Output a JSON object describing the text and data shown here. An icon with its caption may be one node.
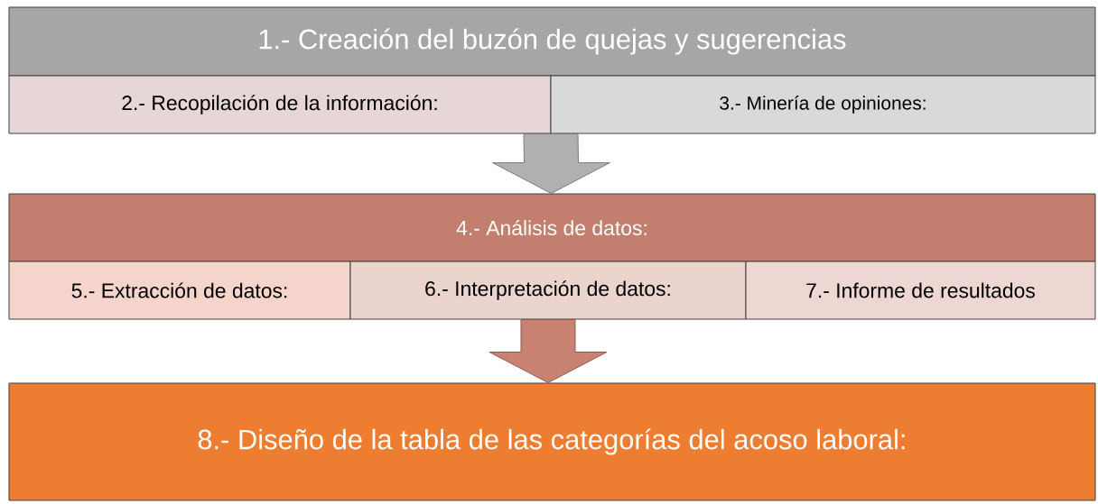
{
  "diagram": {
    "nodes": [
      {
        "text": [
          "1.- Creación del buzón de quejas y sugerencias"
        ]
      },
      {
        "text": [
          "2.- Recopilación de la información:"
        ]
      },
      {
        "text": [
          "3.- Minería de opiniones:"
        ]
      },
      {
        "text": [
          "4.- Análisis de datos:"
        ]
      },
      {
        "text": [
          "5.- Extracción de datos:"
        ]
      },
      {
        "text": [
          "6.- Interpretación de datos:"
        ]
      },
      {
        "text": [
          "7.- Informe de resultados"
        ]
      },
      {
        "text": [
          "8.- Diseño de la tabla de las categorías del acoso laboral:"
        ]
      }
    ],
    "edges": [
      {
        "from": 1,
        "to": 3,
        "arrow": "to"
      },
      {
        "from": 2,
        "to": 3,
        "arrow": "to"
      },
      {
        "from": 5,
        "to": 7,
        "arrow": "to",
        "color": "#c98272"
      }
    ]
  }
}
